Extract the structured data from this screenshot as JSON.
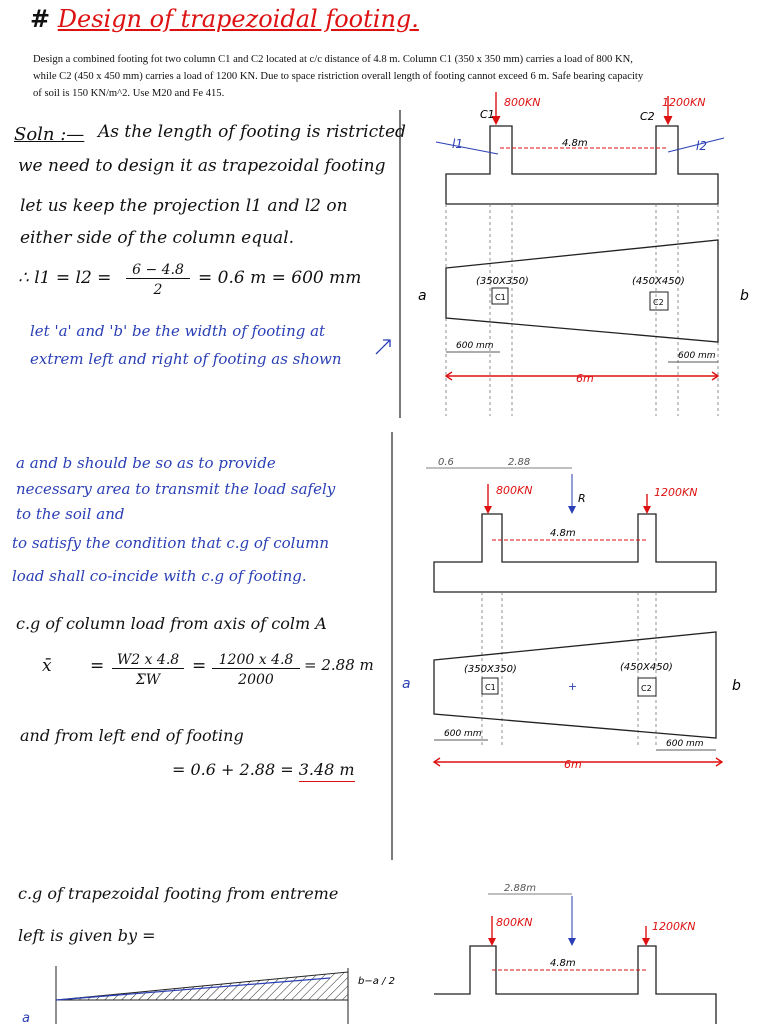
{
  "title": {
    "hash": "#",
    "text": "Design of trapezoidal footing."
  },
  "problem": {
    "line1": "Design a combined footing fot two column C1 and C2 located at c/c distance of 4.8 m. Column C1 (350 x 350 mm) carries a load of 800 KN,",
    "line2": "while C2 (450 x 450 mm) carries a load of 1200 KN. Due to space ristriction overall length of footing cannot exceed 6 m. Safe bearing capacity",
    "line3": "of soil is 150 KN/m^2. Use M20 and Fe 415."
  },
  "section1": {
    "sol_label": "Soln :—",
    "l1": "As the length of footing is ristricted",
    "l2": "we need to design it as trapezoidal footing",
    "l3": "let us keep the projection l1 and l2 on",
    "l4": "either side of the column equal.",
    "eq_lhs": "∴  l1 = l2 =",
    "eq_num": "6 − 4.8",
    "eq_den": "2",
    "eq_rhs": "= 0.6 m = 600 mm",
    "blue1": "let 'a' and 'b' be the width of footing at",
    "blue2": "extrem left and right of footing as shown"
  },
  "section2": {
    "b1": "a and b should be so as to provide",
    "b2": "necessary area to transmit the load safely",
    "b3": "to the soil and",
    "b4": "to satisfy the condition that c.g of column",
    "b5": "load shall co-incide with c.g of footing.",
    "k1": "c.g of column load from axis of colm A",
    "xbar": "x̄",
    "eq1_num": "W2 x 4.8",
    "eq1_den": "ΣW",
    "eq2_num": "1200 x 4.8",
    "eq2_den": "2000",
    "eq_res": "= 2.88 m",
    "k2": "and from left end of footing",
    "k3": "= 0.6 + 2.88 = ",
    "k3_res": "3.48 m"
  },
  "section3": {
    "k1": "c.g of trapezoidal footing from entreme",
    "k2": "left is given by ="
  },
  "diagram1": {
    "c1": "C1",
    "c2": "C2",
    "load1": "800KN",
    "load2": "1200KN",
    "span": "4.8m",
    "l1": "l1",
    "l2": "l2",
    "col1": "(350X350)",
    "col2": "(450X450)",
    "c1_box": "C1",
    "c2_box": "C2",
    "a": "a",
    "b": "b",
    "dim_left": "600 mm",
    "dim_right": "600 mm",
    "length": "6m"
  },
  "diagram2": {
    "d1": "0.6",
    "d2": "2.88",
    "r": "R",
    "load1": "800KN",
    "load2": "1200KN",
    "span": "4.8m",
    "col1": "(350X350)",
    "col2": "(450X450)",
    "c1_box": "C1",
    "c2_box": "C2",
    "a": "a",
    "b": "b",
    "dim_left": "600 mm",
    "dim_right": "600 mm",
    "length": "6m"
  },
  "diagram3": {
    "d": "2.88m",
    "load1": "800KN",
    "load2": "1200KN",
    "span": "4.8m"
  },
  "sketch": {
    "a": "a",
    "frac": "b−a / 2"
  }
}
